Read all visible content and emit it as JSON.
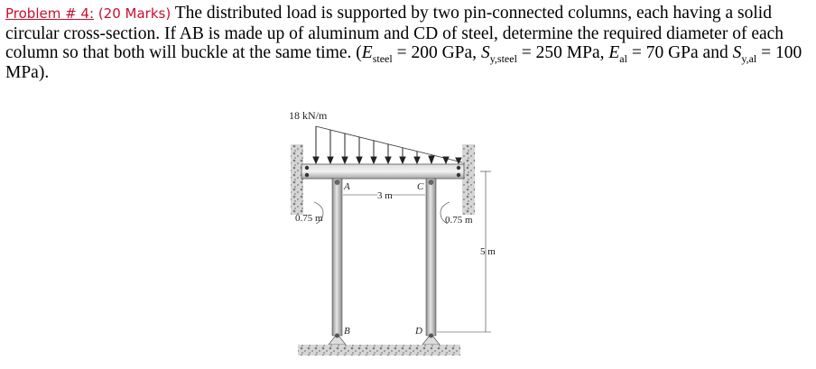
{
  "problem": {
    "label": "Problem # 4:",
    "marks": "(20 Marks)",
    "text_1": "The distributed load is supported by two pin-connected columns, each having a solid circular cross-section. If AB is made up of aluminum and CD of steel, determine the required diameter of each column so that both will buckle at the same time. (",
    "e_steel_sym": "E",
    "e_steel_sub": "steel",
    "e_steel_val": " = 200 GPa, ",
    "sy_steel_sym": "S",
    "sy_steel_sub": "y,steel",
    "sy_steel_val": " = 250 MPa,",
    "e_al_sym": "E",
    "e_al_sub": "al",
    "e_al_val": " = 70 GPa and ",
    "sy_al_sym": "S",
    "sy_al_sub": "y,al",
    "sy_al_val": " = 100 MPa)."
  },
  "figure": {
    "load_label": "18 kN/m",
    "label_a": "A",
    "label_b": "B",
    "label_c": "C",
    "label_d": "D",
    "span_label": "3 m",
    "left_offset": "0.75 m",
    "right_offset": "0.75 m",
    "height_label": "5 m"
  },
  "colors": {
    "header_red": "#c8102e",
    "column_gray": "#b8b8b8",
    "ground_gray": "#9a9a9a"
  }
}
